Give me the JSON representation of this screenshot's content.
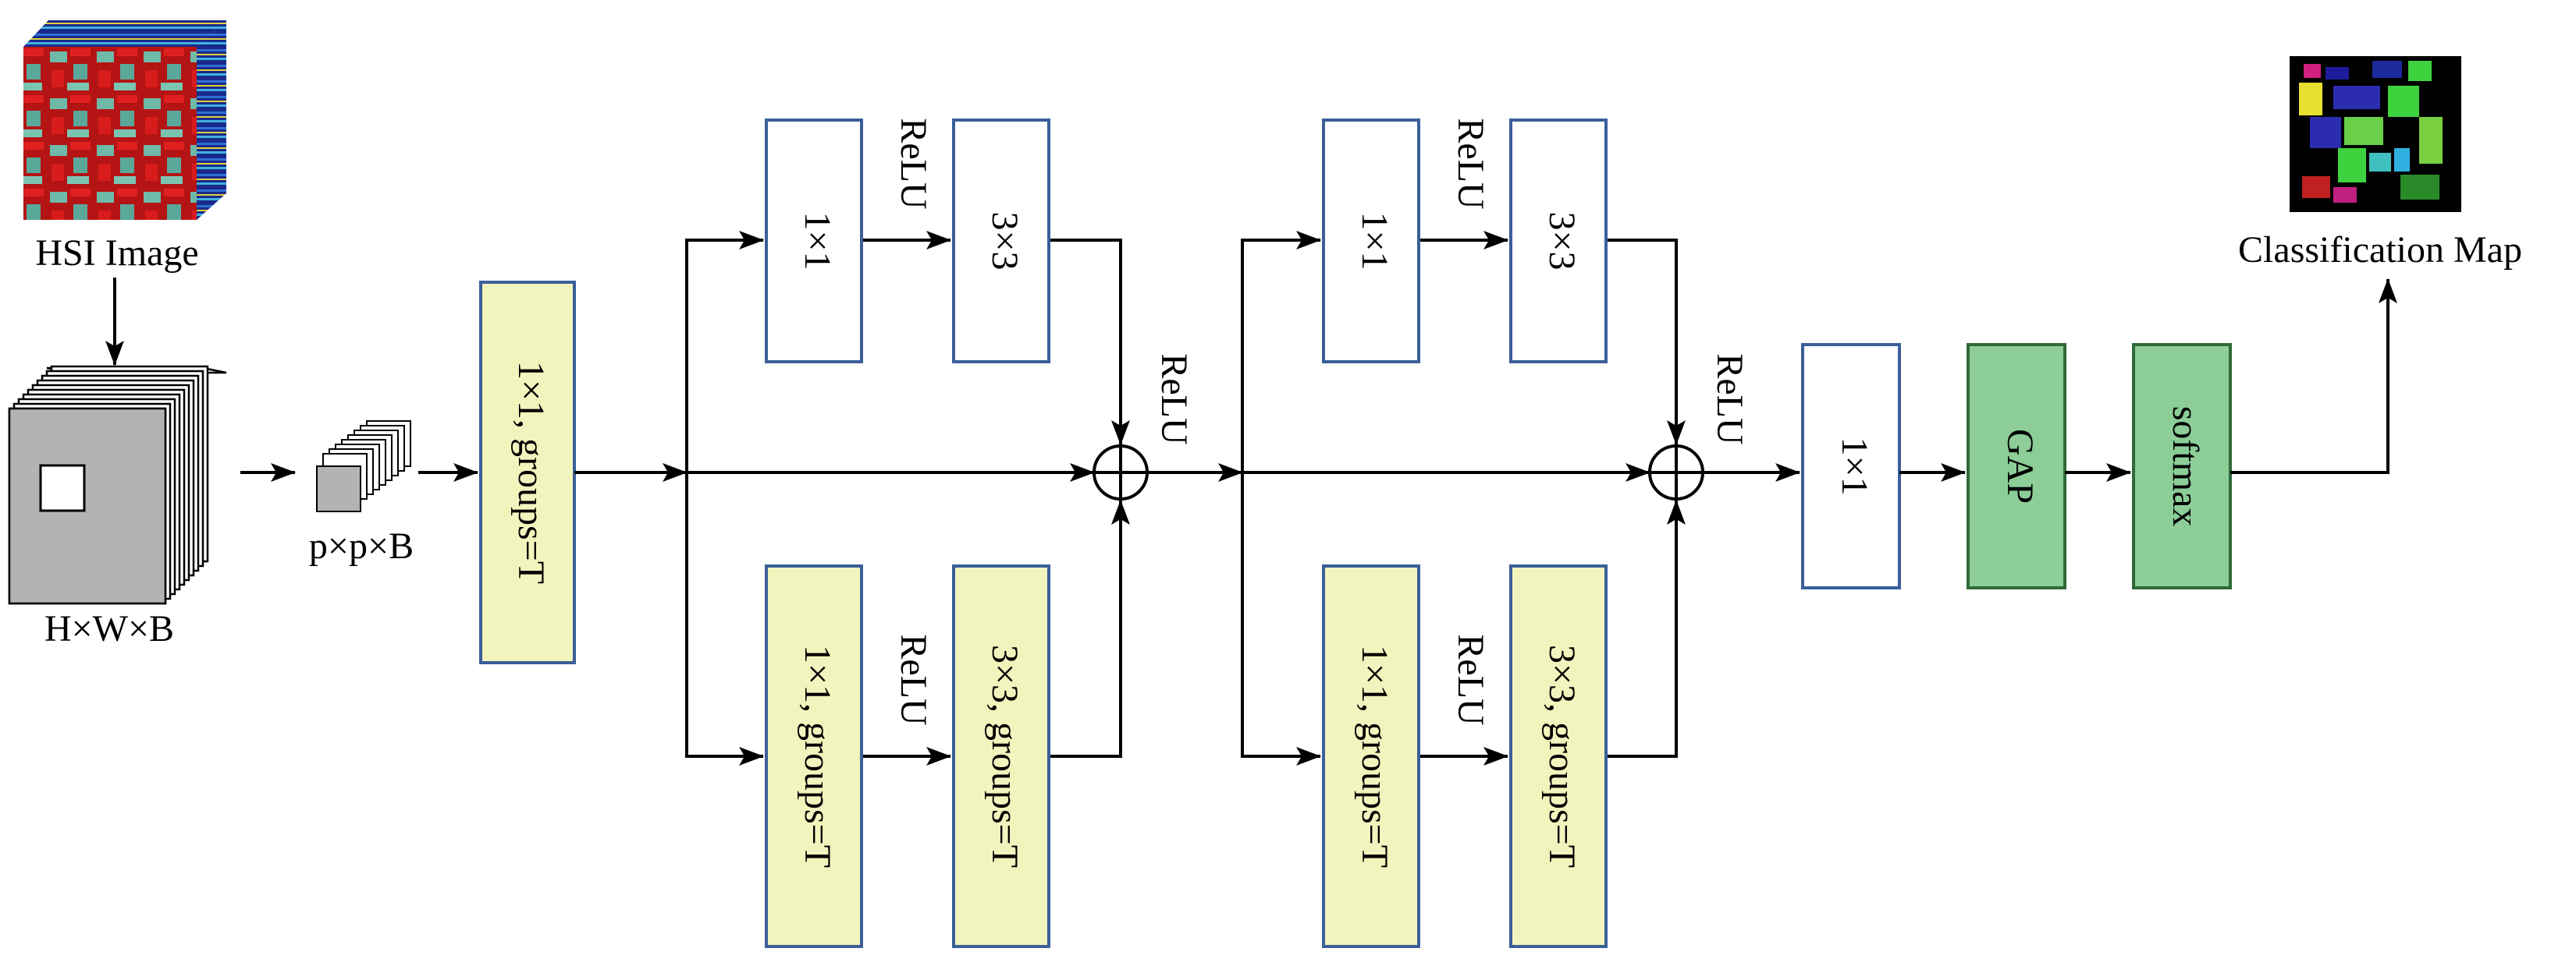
{
  "input": {
    "image_label": "HSI Image",
    "cube_label": "H×W×B",
    "patch_label": "p×p×B"
  },
  "stem": {
    "conv_label": "1×1,  groups=T"
  },
  "block1": {
    "top_conv1": "1×1",
    "top_relu": "ReLU",
    "top_conv2": "3×3",
    "bottom_conv1": "1×1,  groups=T",
    "bottom_relu": "ReLU",
    "bottom_conv2": "3×3,  groups=T",
    "sum_relu": "ReLU"
  },
  "block2": {
    "top_conv1": "1×1",
    "top_relu": "ReLU",
    "top_conv2": "3×3",
    "bottom_conv1": "1×1,  groups=T",
    "bottom_relu": "ReLU",
    "bottom_conv2": "3×3,  groups=T",
    "sum_relu": "ReLU"
  },
  "head": {
    "conv_label": "1×1",
    "gap_label": "GAP",
    "softmax_label": "softmax",
    "output_label": "Classification Map"
  },
  "colors": {
    "white_box_border": "#3a5f9a",
    "yellow_fill": "#f2f4bd",
    "green_fill": "#8ccd98",
    "green_border": "#2f6a3a"
  }
}
